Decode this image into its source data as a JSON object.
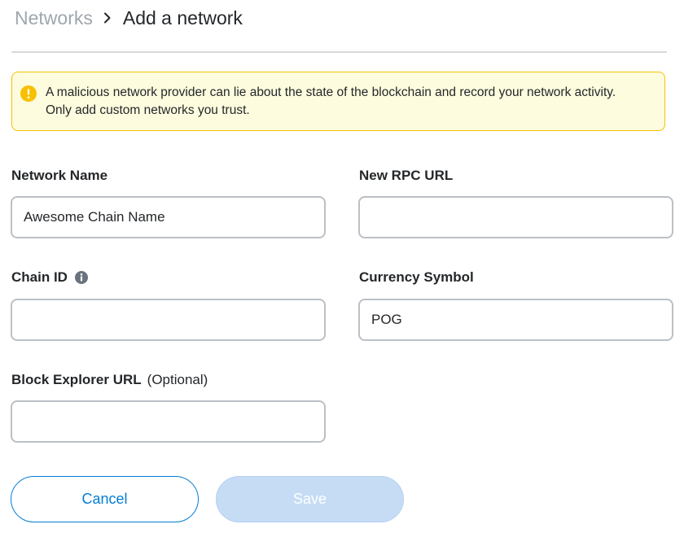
{
  "breadcrumb": {
    "parent": "Networks",
    "current": "Add a network"
  },
  "warning": {
    "line1": "A malicious network provider can lie about the state of the blockchain and record your network activity.",
    "line2": "Only add custom networks you trust."
  },
  "form": {
    "network_name": {
      "label": "Network Name",
      "value": "Awesome Chain Name",
      "placeholder": ""
    },
    "rpc_url": {
      "label": "New RPC URL",
      "value": "",
      "placeholder": ""
    },
    "chain_id": {
      "label": "Chain ID",
      "value": "",
      "placeholder": ""
    },
    "currency_symbol": {
      "label": "Currency Symbol",
      "value": "POG",
      "placeholder": ""
    },
    "block_explorer": {
      "label": "Block Explorer URL",
      "optional": "(Optional)",
      "value": "",
      "placeholder": ""
    }
  },
  "actions": {
    "cancel_label": "Cancel",
    "save_label": "Save"
  },
  "colors": {
    "accent": "#037dd6",
    "warning_bg": "#fefcde",
    "warning_border": "#f8c000",
    "disabled_button": "#c6dcf5"
  },
  "icons": {
    "breadcrumb_separator": "chevron-right-icon",
    "warning": "warning-info-icon",
    "chain_id_info": "info-icon"
  }
}
